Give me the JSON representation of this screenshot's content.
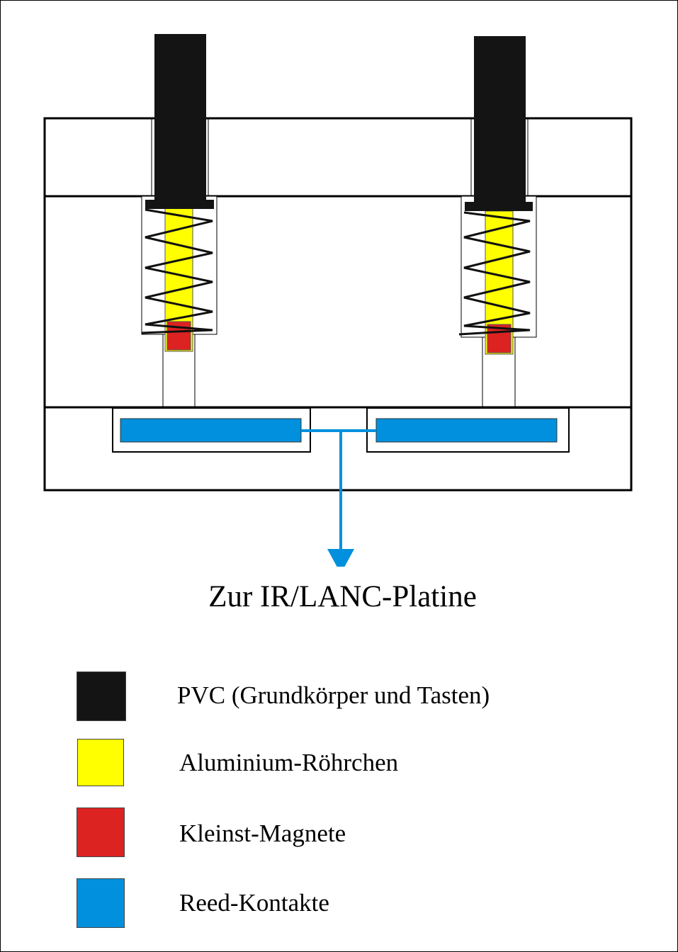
{
  "caption": "Zur IR/LANC-Platine",
  "colors": {
    "pvc": "#141414",
    "aluminium": "#ffff00",
    "magnet": "#dd2222",
    "reed": "#0090dd"
  },
  "legend": [
    {
      "label": "PVC (Grundkörper und Tasten)",
      "color": "#141414"
    },
    {
      "label": "Aluminium-Röhrchen",
      "color": "#ffff00"
    },
    {
      "label": "Kleinst-Magnete",
      "color": "#dd2222"
    },
    {
      "label": "Reed-Kontakte",
      "color": "#0090dd"
    }
  ]
}
